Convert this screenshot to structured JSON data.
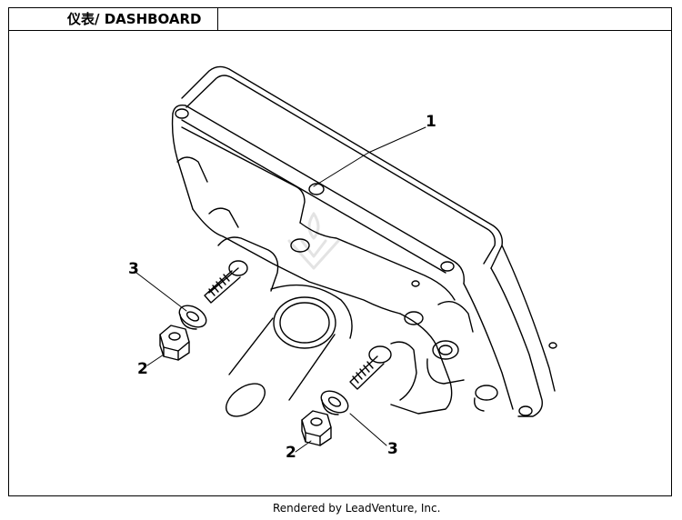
{
  "header": {
    "title": "仪表/ DASHBOARD"
  },
  "callouts": {
    "part_1": "1",
    "part_2_left": "2",
    "part_2_right": "2",
    "part_3_left": "3",
    "part_3_right": "3"
  },
  "footer": {
    "credit": "Rendered by LeadVenture, Inc."
  },
  "colors": {
    "line": "#000000",
    "background": "#ffffff",
    "watermark": "#e3e3e3"
  }
}
